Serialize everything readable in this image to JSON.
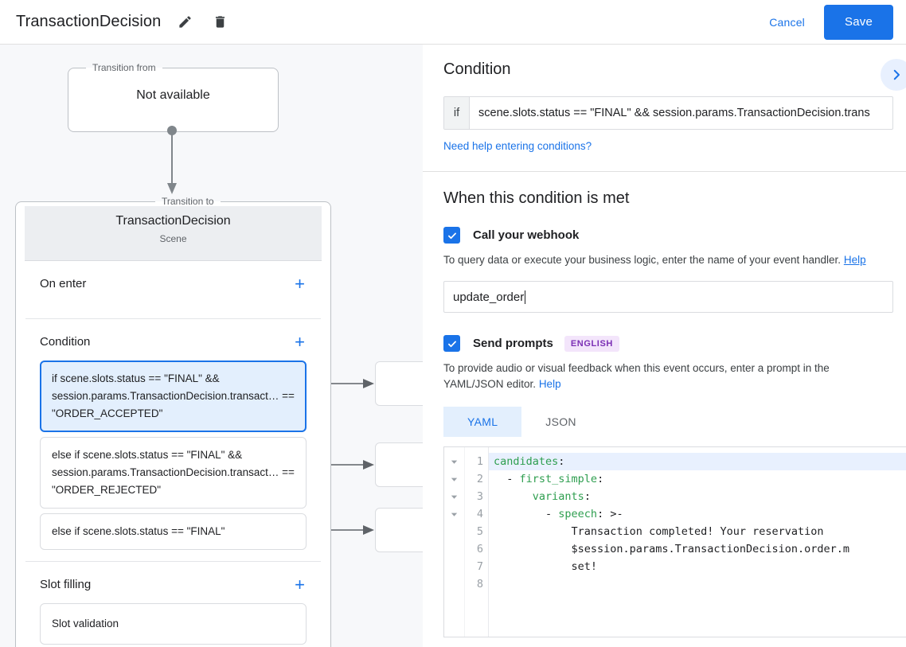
{
  "topbar": {
    "title": "TransactionDecision",
    "edit_icon": "pencil-icon",
    "delete_icon": "trash-icon",
    "cancel_label": "Cancel",
    "save_label": "Save"
  },
  "colors": {
    "accent_blue": "#1a73e8",
    "canvas_bg": "#f7f8fa",
    "selected_card_bg": "#e3effd",
    "badge_bg": "#f3e5fb",
    "badge_fg": "#7b2fb5",
    "yaml_key_green": "#2e9e4f"
  },
  "canvas": {
    "transition_from": {
      "legend": "Transition from",
      "value": "Not available"
    },
    "transition_to": {
      "legend": "Transition to",
      "scene_name": "TransactionDecision",
      "scene_type": "Scene"
    },
    "sections": [
      {
        "title": "On enter",
        "add_label": "+",
        "items": []
      },
      {
        "title": "Condition",
        "add_label": "+",
        "items": [
          {
            "text": "if scene.slots.status == \"FINAL\" && session.params.TransactionDecision.transact… == \"ORDER_ACCEPTED\"",
            "selected": true
          },
          {
            "text": "else if scene.slots.status == \"FINAL\" && session.params.TransactionDecision.transact… == \"ORDER_REJECTED\"",
            "selected": false
          },
          {
            "text": "else if scene.slots.status == \"FINAL\"",
            "selected": false
          }
        ]
      },
      {
        "title": "Slot filling",
        "add_label": "+",
        "items": [
          {
            "text": "Slot validation",
            "selected": false
          }
        ]
      }
    ]
  },
  "panel": {
    "condition": {
      "heading": "Condition",
      "if_label": "if",
      "if_value": "scene.slots.status == \"FINAL\" && session.params.TransactionDecision.trans",
      "help_link": "Need help entering conditions?",
      "expand_icon": "chevron-right-icon"
    },
    "when_met": {
      "heading": "When this condition is met",
      "webhook": {
        "checked": true,
        "label": "Call your webhook",
        "description": "To query data or execute your business logic, enter the name of your event handler.",
        "help_label": "Help",
        "value": "update_order"
      },
      "prompts": {
        "checked": true,
        "label": "Send prompts",
        "badge": "ENGLISH",
        "description": "To provide audio or visual feedback when this event occurs, enter a prompt in the YAML/JSON editor.",
        "help_label": "Help",
        "tabs": [
          {
            "label": "YAML",
            "active": true
          },
          {
            "label": "JSON",
            "active": false
          }
        ]
      }
    }
  },
  "editor": {
    "active_line": 1,
    "lines": [
      {
        "n": "1",
        "fold": true,
        "segments": [
          {
            "t": "candidates",
            "c": "k"
          },
          {
            "t": ":",
            "c": "p"
          }
        ]
      },
      {
        "n": "2",
        "fold": true,
        "segments": [
          {
            "t": "  - ",
            "c": "p"
          },
          {
            "t": "first_simple",
            "c": "k"
          },
          {
            "t": ":",
            "c": "p"
          }
        ]
      },
      {
        "n": "3",
        "fold": true,
        "segments": [
          {
            "t": "      ",
            "c": "p"
          },
          {
            "t": "variants",
            "c": "k"
          },
          {
            "t": ":",
            "c": "p"
          }
        ]
      },
      {
        "n": "4",
        "fold": true,
        "segments": [
          {
            "t": "        - ",
            "c": "p"
          },
          {
            "t": "speech",
            "c": "k"
          },
          {
            "t": ": >-",
            "c": "p"
          }
        ]
      },
      {
        "n": "5",
        "fold": false,
        "segments": [
          {
            "t": "            Transaction completed! Your reservation",
            "c": "p"
          }
        ]
      },
      {
        "n": "6",
        "fold": false,
        "segments": [
          {
            "t": "            $session.params.TransactionDecision.order.m",
            "c": "p"
          }
        ]
      },
      {
        "n": "7",
        "fold": false,
        "segments": [
          {
            "t": "            set!",
            "c": "p"
          }
        ]
      },
      {
        "n": "8",
        "fold": false,
        "segments": [
          {
            "t": "",
            "c": "p"
          }
        ]
      }
    ]
  }
}
